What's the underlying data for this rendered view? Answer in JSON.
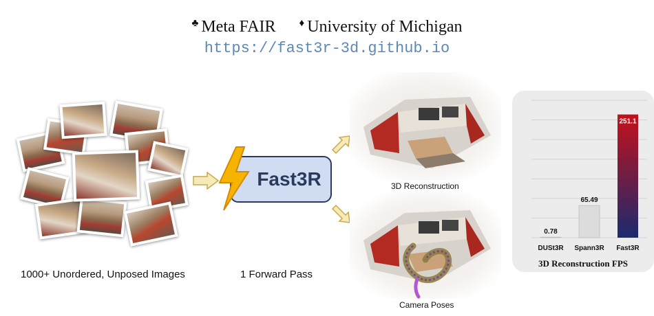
{
  "affiliations": [
    {
      "symbol": "♣",
      "name": "Meta FAIR"
    },
    {
      "symbol": "♦",
      "name": "University of Michigan"
    }
  ],
  "url": "https://fast3r-3d.github.io",
  "captions": {
    "input": "1000+ Unordered, Unposed Images",
    "pass": "1 Forward Pass",
    "reconstruction": "3D Reconstruction",
    "camera": "Camera Poses"
  },
  "model_label": "Fast3R",
  "colors": {
    "url": "#5d88b5",
    "box_fill": "#cfdcf2",
    "box_border": "#2a3a5c",
    "arrow_fill": "#f6ebb8",
    "arrow_stroke": "#c9a94a",
    "bolt": "#f5b400",
    "bar_top": "#c4111a",
    "bar_bottom": "#1b2a6e",
    "bar_gray": "#dcdcdc"
  },
  "icons": {
    "model": "lightning-icon",
    "flow": "arrow-icon"
  },
  "chart_data": {
    "type": "bar",
    "title": "3D Reconstruction FPS",
    "categories": [
      "DUSt3R",
      "Spann3R",
      "Fast3R"
    ],
    "values": [
      0.78,
      65.49,
      251.1
    ],
    "value_labels": [
      "0.78",
      "65.49",
      "251.1"
    ],
    "ylim": [
      0,
      280
    ],
    "grid": true,
    "legend": "none"
  }
}
